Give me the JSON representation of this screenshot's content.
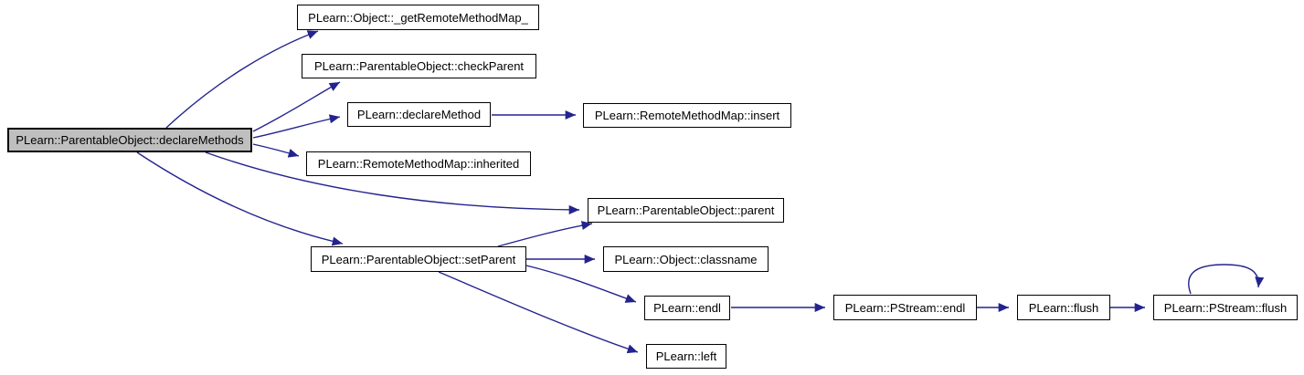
{
  "diagram_type": "call-graph",
  "colors": {
    "edge": "#23238f",
    "focus_node_fill": "#bfbfbf",
    "node_fill": "#ffffff",
    "node_border": "#000000"
  },
  "nodes": [
    {
      "id": "declareMethods",
      "label": "PLearn::ParentableObject::declareMethods",
      "focus": true
    },
    {
      "id": "getRemoteMethodMap",
      "label": "PLearn::Object::_getRemoteMethodMap_"
    },
    {
      "id": "checkParent",
      "label": "PLearn::ParentableObject::checkParent"
    },
    {
      "id": "declareMethod",
      "label": "PLearn::declareMethod"
    },
    {
      "id": "insert",
      "label": "PLearn::RemoteMethodMap::insert"
    },
    {
      "id": "inherited",
      "label": "PLearn::RemoteMethodMap::inherited"
    },
    {
      "id": "parent",
      "label": "PLearn::ParentableObject::parent"
    },
    {
      "id": "setParent",
      "label": "PLearn::ParentableObject::setParent"
    },
    {
      "id": "classname",
      "label": "PLearn::Object::classname"
    },
    {
      "id": "endl",
      "label": "PLearn::endl"
    },
    {
      "id": "left",
      "label": "PLearn::left"
    },
    {
      "id": "pstreamEndl",
      "label": "PLearn::PStream::endl"
    },
    {
      "id": "flush",
      "label": "PLearn::flush"
    },
    {
      "id": "pstreamFlush",
      "label": "PLearn::PStream::flush"
    }
  ],
  "edges": [
    {
      "from": "declareMethods",
      "to": "getRemoteMethodMap"
    },
    {
      "from": "declareMethods",
      "to": "checkParent"
    },
    {
      "from": "declareMethods",
      "to": "declareMethod"
    },
    {
      "from": "declareMethods",
      "to": "inherited"
    },
    {
      "from": "declareMethods",
      "to": "parent"
    },
    {
      "from": "declareMethods",
      "to": "setParent"
    },
    {
      "from": "declareMethod",
      "to": "insert"
    },
    {
      "from": "setParent",
      "to": "parent"
    },
    {
      "from": "setParent",
      "to": "classname"
    },
    {
      "from": "setParent",
      "to": "endl"
    },
    {
      "from": "setParent",
      "to": "left"
    },
    {
      "from": "endl",
      "to": "pstreamEndl"
    },
    {
      "from": "pstreamEndl",
      "to": "flush"
    },
    {
      "from": "flush",
      "to": "pstreamFlush"
    },
    {
      "from": "pstreamFlush",
      "to": "pstreamFlush"
    }
  ]
}
